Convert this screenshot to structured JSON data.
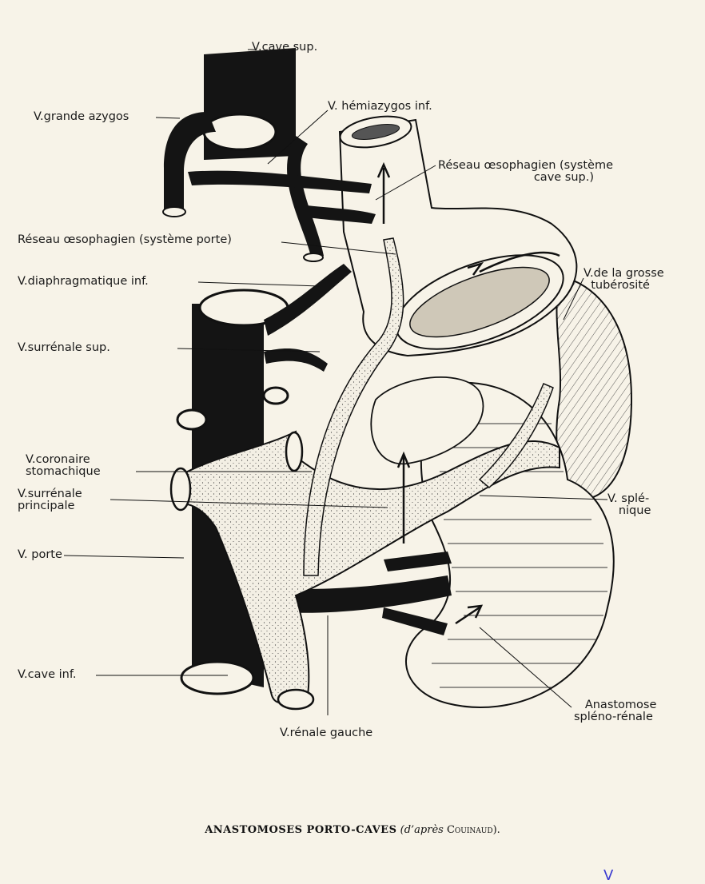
{
  "labels": {
    "cave_sup": "V.cave sup.",
    "grande_azygos": "V.grande azygos",
    "hemiazygos": "V. hémiazygos inf.",
    "reseau_cave": "Réseau œsophagien (système\n                          cave sup.)",
    "reseau_porte": "Réseau œsophagien (système porte)",
    "diaphragmatique": "V.diaphragmatique inf.",
    "grosse_tuberosite": "V.de la grosse\n  tubérosité",
    "surrenale_sup": "V.surrénale sup.",
    "coronaire": "V.coronaire\nstomachique",
    "surrenale_principale": "V.surrénale\nprincipale",
    "splenique": "V. splé-\n   nique",
    "porte": "V. porte",
    "cave_inf": "V.cave inf.",
    "anastomose": "   Anastomose\nspléno-rénale",
    "renale_gauche": "V.rénale gauche"
  },
  "caption": {
    "main": "ANASTOMOSES PORTO-CAVES",
    "ref_open": "(d’après ",
    "author": "Couinaud",
    "ref_close": ")."
  },
  "pen_mark": "V",
  "colors": {
    "paper": "#f7f3e8",
    "ink": "#111111",
    "vessel_black": "#141414",
    "stipple_fill": "#f2efe6"
  }
}
